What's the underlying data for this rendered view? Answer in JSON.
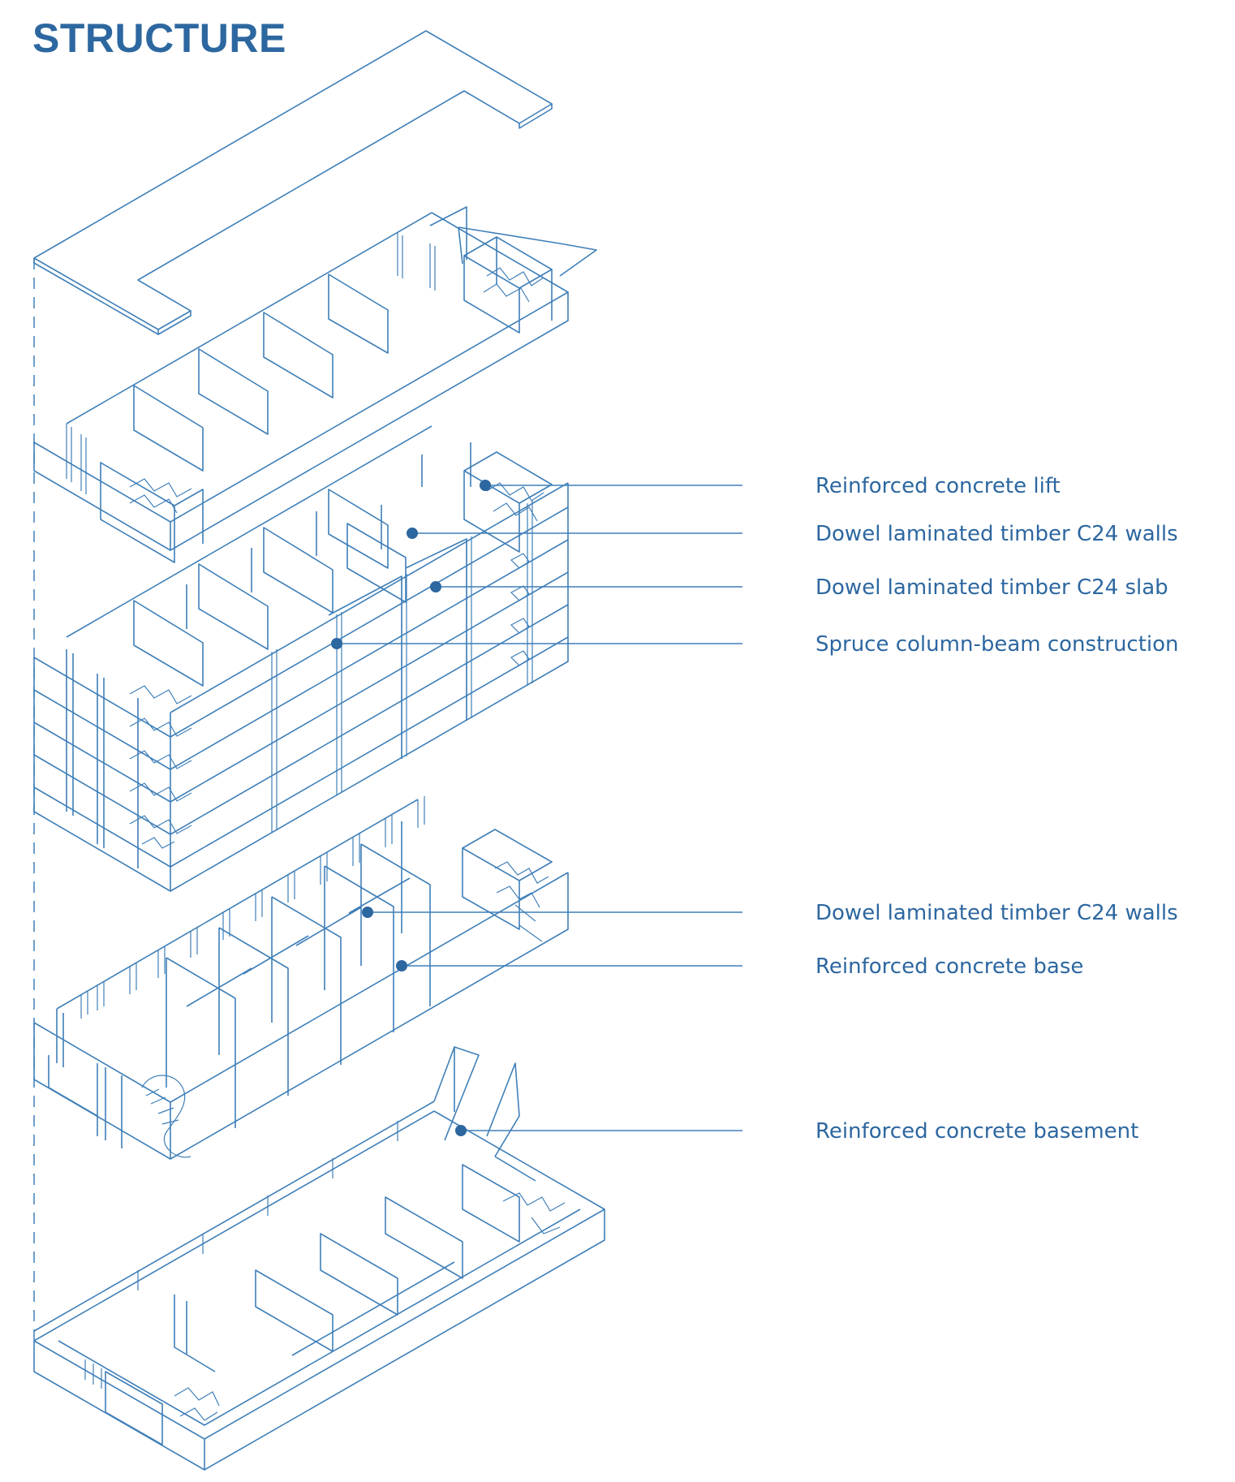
{
  "title": "STRUCTURE",
  "colors": {
    "ink": "#2d67a0",
    "line": "#3f7fb8",
    "background": "#ffffff"
  },
  "layers": [
    {
      "name": "roof"
    },
    {
      "name": "top-floor"
    },
    {
      "name": "typical-floors"
    },
    {
      "name": "ground-floor"
    },
    {
      "name": "basement"
    }
  ],
  "annotations": [
    {
      "label": "Reinforced concrete lift"
    },
    {
      "label": "Dowel laminated timber C24 walls"
    },
    {
      "label": "Dowel laminated timber C24 slab"
    },
    {
      "label": "Spruce column-beam construction"
    },
    {
      "label": "Dowel laminated timber C24 walls"
    },
    {
      "label": "Reinforced concrete base"
    },
    {
      "label": "Reinforced concrete basement"
    }
  ]
}
